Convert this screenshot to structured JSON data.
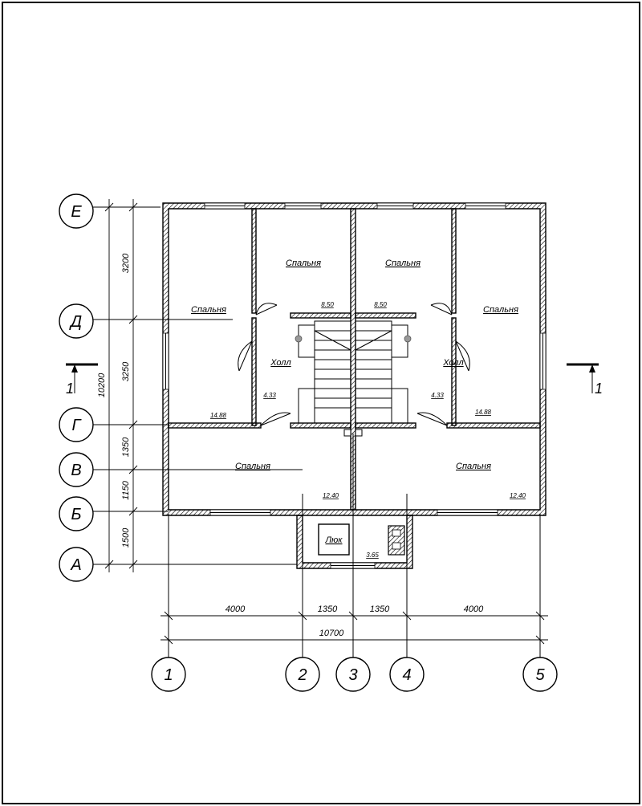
{
  "axes": {
    "vertical": [
      "1",
      "2",
      "3",
      "4",
      "5"
    ],
    "horizontal": [
      "Е",
      "Д",
      "Г",
      "В",
      "Б",
      "А"
    ]
  },
  "dimensions": {
    "bottom": [
      "4000",
      "1350",
      "1350",
      "4000"
    ],
    "bottom_total": "10700",
    "left": [
      "3200",
      "3250",
      "1350",
      "1150",
      "1500"
    ],
    "left_total": "10200"
  },
  "rooms": [
    {
      "name": "Спальня",
      "area": "14.88"
    },
    {
      "name": "Спальня",
      "area": "8.50"
    },
    {
      "name": "Спальня",
      "area": "8.50"
    },
    {
      "name": "Спальня",
      "area": "14.88"
    },
    {
      "name": "Холл",
      "area": "4.33"
    },
    {
      "name": "Холл",
      "area": "4.33"
    },
    {
      "name": "Спальня",
      "area": "12.40"
    },
    {
      "name": "Спальня",
      "area": "12.40"
    }
  ],
  "hatch_label": "Люк",
  "vestibule_area": "3.65",
  "section_mark": "1"
}
